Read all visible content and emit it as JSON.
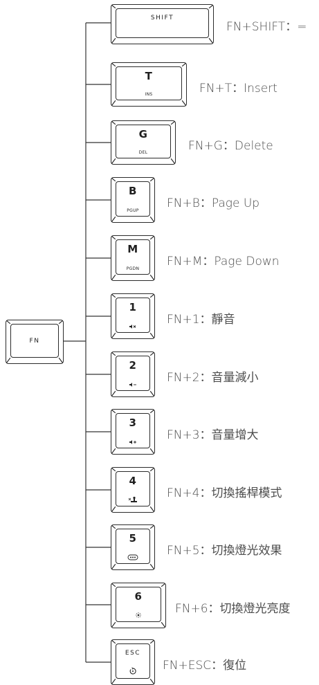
{
  "fn_key": {
    "legend": "FN"
  },
  "keys": [
    {
      "id": "shift",
      "main": "SHIFT",
      "sub": "",
      "label": "FN+SHIFT：="
    },
    {
      "id": "t",
      "main": "T",
      "sub": "INS",
      "label": "FN+T：Insert"
    },
    {
      "id": "g",
      "main": "G",
      "sub": "DEL",
      "label": "FN+G：Delete"
    },
    {
      "id": "b",
      "main": "B",
      "sub": "PGUP",
      "label": "FN+B：Page Up"
    },
    {
      "id": "m",
      "main": "M",
      "sub": "PGDN",
      "label": "FN+M：Page Down"
    },
    {
      "id": "1",
      "main": "1",
      "sub": "",
      "icon": "mute-icon",
      "label": "FN+1：靜音"
    },
    {
      "id": "2",
      "main": "2",
      "sub": "",
      "icon": "volume-down-icon",
      "label": "FN+2：音量減小"
    },
    {
      "id": "3",
      "main": "3",
      "sub": "",
      "icon": "volume-up-icon",
      "label": "FN+3：音量增大"
    },
    {
      "id": "4",
      "main": "4",
      "sub": "",
      "icon": "joystick-mode-icon",
      "label": "FN+4：切換搖桿模式"
    },
    {
      "id": "5",
      "main": "5",
      "sub": "",
      "icon": "lighting-effect-icon",
      "label": "FN+5：切換燈光效果"
    },
    {
      "id": "6",
      "main": "6",
      "sub": "",
      "icon": "brightness-icon",
      "label": "FN+6：切換燈光亮度"
    },
    {
      "id": "esc",
      "main": "ESC",
      "sub": "",
      "icon": "reset-icon",
      "label": "FN+ESC：復位"
    }
  ]
}
